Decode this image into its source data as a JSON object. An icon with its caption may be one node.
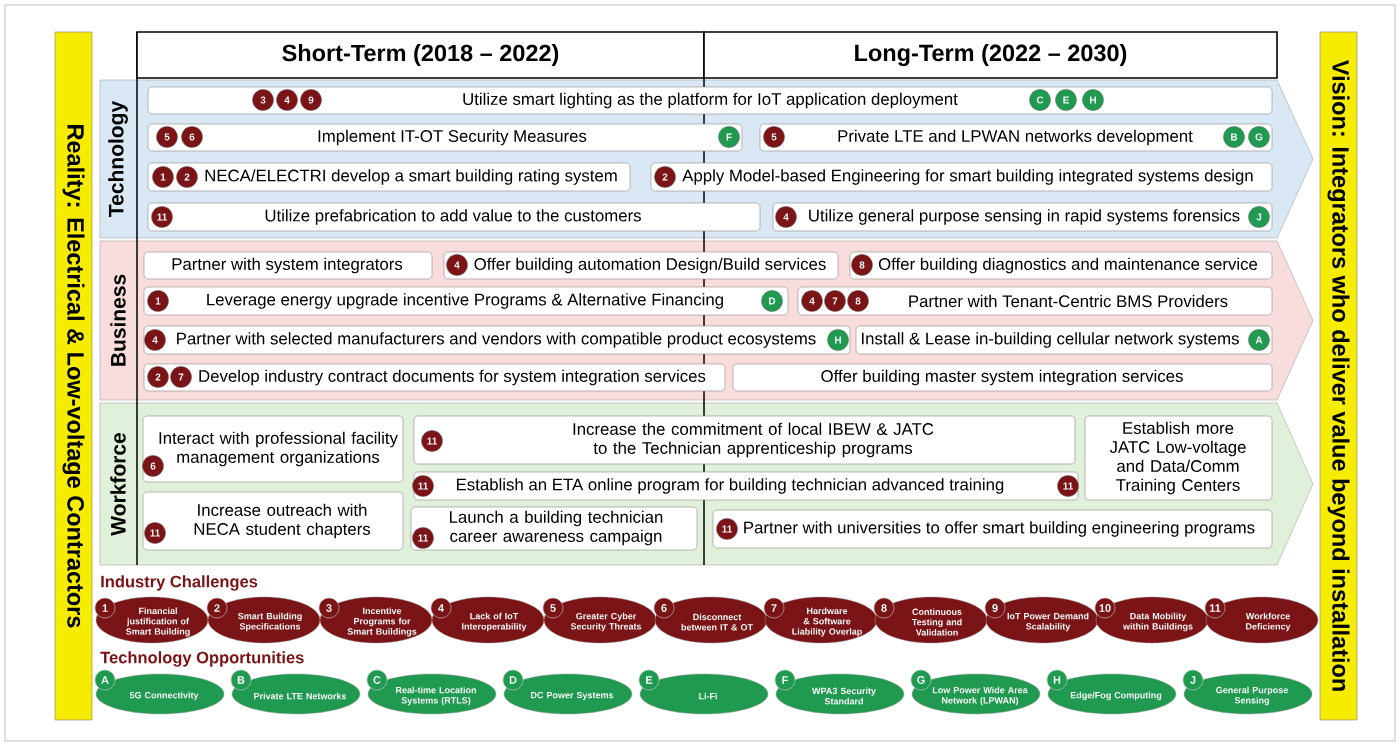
{
  "diagram": {
    "nodes": [
      {
        "text": [
          "Reality: Electrical & Low-voltage Contractors"
        ]
      },
      {
        "text": [
          "Short-Term (2018 – 2022)"
        ]
      },
      {
        "text": [
          "Long-Term (2022 – 2030)"
        ]
      },
      {
        "text": [
          "Vision: Integrators who deliver value beyond installation"
        ]
      },
      {
        "text": [
          "Technology"
        ]
      },
      {
        "text": [
          "3",
          "4",
          "9",
          "Utilize smart lighting as the platform for IoT application deployment",
          "C",
          "E",
          "H"
        ],
        "in": 4
      },
      {
        "text": [
          "5",
          "6",
          "Implement IT-OT Security Measures",
          "F"
        ],
        "in": 4
      },
      {
        "text": [
          "5",
          "Private LTE and LPWAN networks development",
          "B",
          "G"
        ],
        "in": 4
      },
      {
        "text": [
          "1",
          "2",
          "NECA/ELECTRI develop a smart building rating system"
        ],
        "in": 4
      },
      {
        "text": [
          "2",
          "Apply Model-based Engineering for smart building integrated systems design"
        ],
        "in": 4
      },
      {
        "text": [
          "11",
          "Utilize prefabrication to add value to the customers"
        ],
        "in": 4
      },
      {
        "text": [
          "4",
          "Utilize general purpose sensing in rapid systems forensics",
          "J"
        ],
        "in": 4
      },
      {
        "text": [
          "Business"
        ]
      },
      {
        "text": [
          "Partner with system integrators"
        ],
        "in": 12
      },
      {
        "text": [
          "4",
          "Offer building automation Design/Build services"
        ],
        "in": 12
      },
      {
        "text": [
          "8",
          "Offer building diagnostics and maintenance service"
        ],
        "in": 12
      },
      {
        "text": [
          "1",
          "Leverage energy upgrade incentive Programs & Alternative Financing",
          "D"
        ],
        "in": 12
      },
      {
        "text": [
          "4",
          "7",
          "8",
          "Partner with Tenant-Centric BMS Providers"
        ],
        "in": 12
      },
      {
        "text": [
          "4",
          "Partner with selected manufacturers and vendors with compatible product ecosystems",
          "H"
        ],
        "in": 12
      },
      {
        "text": [
          "Install & Lease in-building cellular network systems",
          "A"
        ],
        "in": 12
      },
      {
        "text": [
          "2",
          "7",
          "Develop industry contract documents for system integration services"
        ],
        "in": 12
      },
      {
        "text": [
          "Offer building master system integration services"
        ],
        "in": 12
      },
      {
        "text": [
          "Workforce"
        ]
      },
      {
        "text": [
          "6",
          "Interact with professional facility management organizations"
        ],
        "in": 22
      },
      {
        "text": [
          "11",
          "Increase the commitment of local IBEW & JATC to the Technician apprenticeship programs"
        ],
        "in": 22
      },
      {
        "text": [
          "Establish more JATC Low-voltage and Data/Comm Training Centers"
        ],
        "in": 22
      },
      {
        "text": [
          "11",
          "Establish an ETA online program for building technician advanced training",
          "11"
        ],
        "in": 22
      },
      {
        "text": [
          "11",
          "Increase outreach with NECA student chapters"
        ],
        "in": 22
      },
      {
        "text": [
          "11",
          "Launch a building technician career awareness campaign"
        ],
        "in": 22
      },
      {
        "text": [
          "11",
          "Partner with universities to offer smart building engineering programs"
        ],
        "in": 22
      },
      {
        "text": [
          "1",
          "Financial justification of Smart Building"
        ]
      },
      {
        "text": [
          "2",
          "Smart Building Specifications"
        ]
      },
      {
        "text": [
          "3",
          "Incentive Programs for Smart Buildings"
        ]
      },
      {
        "text": [
          "4",
          "Lack of IoT Interoperability"
        ]
      },
      {
        "text": [
          "5",
          "Greater Cyber Security Threats"
        ]
      },
      {
        "text": [
          "6",
          "Disconnect between IT & OT"
        ]
      },
      {
        "text": [
          "7",
          "Hardware & Software Liability Overlap"
        ]
      },
      {
        "text": [
          "8",
          "Continuous Testing and Validation"
        ]
      },
      {
        "text": [
          "9",
          "IoT Power Demand Scalability"
        ]
      },
      {
        "text": [
          "10",
          "Data Mobility within Buildings"
        ]
      },
      {
        "text": [
          "11",
          "Workforce Deficiency"
        ]
      },
      {
        "text": [
          "A",
          "5G Connectivity"
        ]
      },
      {
        "text": [
          "B",
          "Private LTE Networks"
        ]
      },
      {
        "text": [
          "C",
          "Real-time Location Systems (RTLS)"
        ]
      },
      {
        "text": [
          "D",
          "DC Power Systems"
        ]
      },
      {
        "text": [
          "E",
          "Li-Fi"
        ]
      },
      {
        "text": [
          "F",
          "WPA3 Security Standard"
        ]
      },
      {
        "text": [
          "G",
          "Low Power Wide Area Network (LPWAN)"
        ]
      },
      {
        "text": [
          "H",
          "Edge/Fog Computing"
        ]
      },
      {
        "text": [
          "J",
          "General Purpose Sensing"
        ]
      }
    ],
    "labels": [
      "Industry Challenges",
      "Technology Opportunities"
    ]
  }
}
